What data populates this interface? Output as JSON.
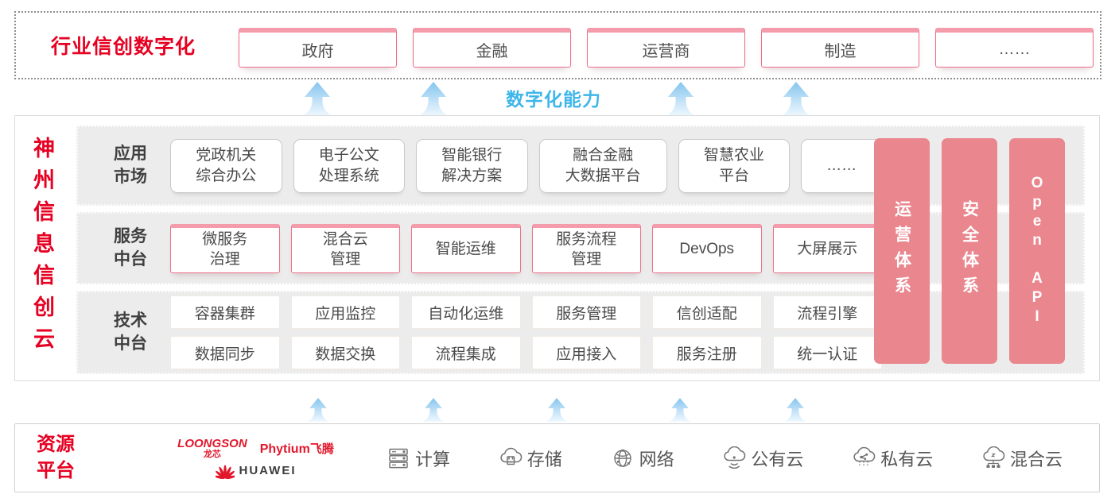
{
  "top": {
    "label": "行业信创数字化",
    "industries": [
      "政府",
      "金融",
      "运营商",
      "制造",
      "……"
    ]
  },
  "capability_label": "数字化能力",
  "main": {
    "vertical_title": "神州信息信创云",
    "app_market": {
      "label": "应用\n市场",
      "items": [
        "党政机关\n综合办公",
        "电子公文\n处理系统",
        "智能银行\n解决方案",
        "融合金融\n大数据平台",
        "智慧农业\n平台",
        "……"
      ]
    },
    "service_platform": {
      "label": "服务\n中台",
      "items": [
        "微服务\n治理",
        "混合云\n管理",
        "智能运维",
        "服务流程\n管理",
        "DevOps",
        "大屏展示"
      ]
    },
    "tech_platform": {
      "label": "技术\n中台",
      "row1": [
        "容器集群",
        "应用监控",
        "自动化运维",
        "服务管理",
        "信创适配",
        "流程引擎"
      ],
      "row2": [
        "数据同步",
        "数据交换",
        "流程集成",
        "应用接入",
        "服务注册",
        "统一认证"
      ]
    },
    "pillars": [
      "运营体系",
      "安全体系",
      "Open API"
    ]
  },
  "resources": {
    "label": "资源\n平台",
    "vendors": {
      "loongson": "LOONGSON",
      "loongson_sub": "龙芯",
      "phytium": "Phytium",
      "phytium_sub": "飞腾",
      "huawei": "HUAWEI"
    },
    "items": [
      "计算",
      "存储",
      "网络",
      "公有云",
      "私有云",
      "混合云"
    ]
  },
  "colors": {
    "accent_red": "#e60021",
    "pillar_pink": "#e9868e",
    "pink_border": "#ee7188",
    "capability_blue": "#3eb6ea",
    "band_gray": "#ececec"
  }
}
